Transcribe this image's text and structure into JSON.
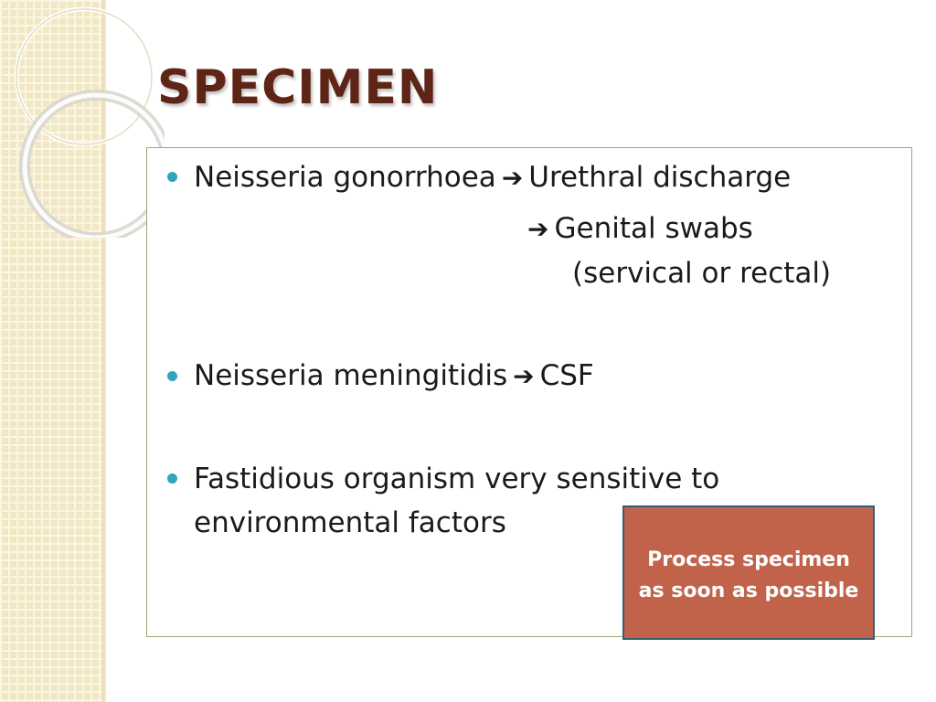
{
  "slide": {
    "title": "SPECIMEN",
    "bullets": [
      {
        "subject": "Neisseria gonorrhoea",
        "arrow_icon": "right-arrow-icon",
        "target_1": "Urethral discharge",
        "target_2": "Genital swabs",
        "target_2_detail": "(servical or rectal)"
      },
      {
        "subject": "Neisseria meningitidis",
        "arrow_icon": "right-arrow-icon",
        "target_1": "CSF"
      },
      {
        "line_1": "Fastidious organism very sensitive to",
        "line_2": "environmental factors"
      }
    ],
    "callout": {
      "line_1": "Process specimen",
      "line_2": "as soon as possible"
    }
  },
  "colors": {
    "title": "#5e2416",
    "bullet": "#2ea6bb",
    "callout_fill": "#c0634a",
    "callout_border": "#385d73",
    "box_border": "#9eaa72",
    "side_strip": "#f2e7c4"
  }
}
